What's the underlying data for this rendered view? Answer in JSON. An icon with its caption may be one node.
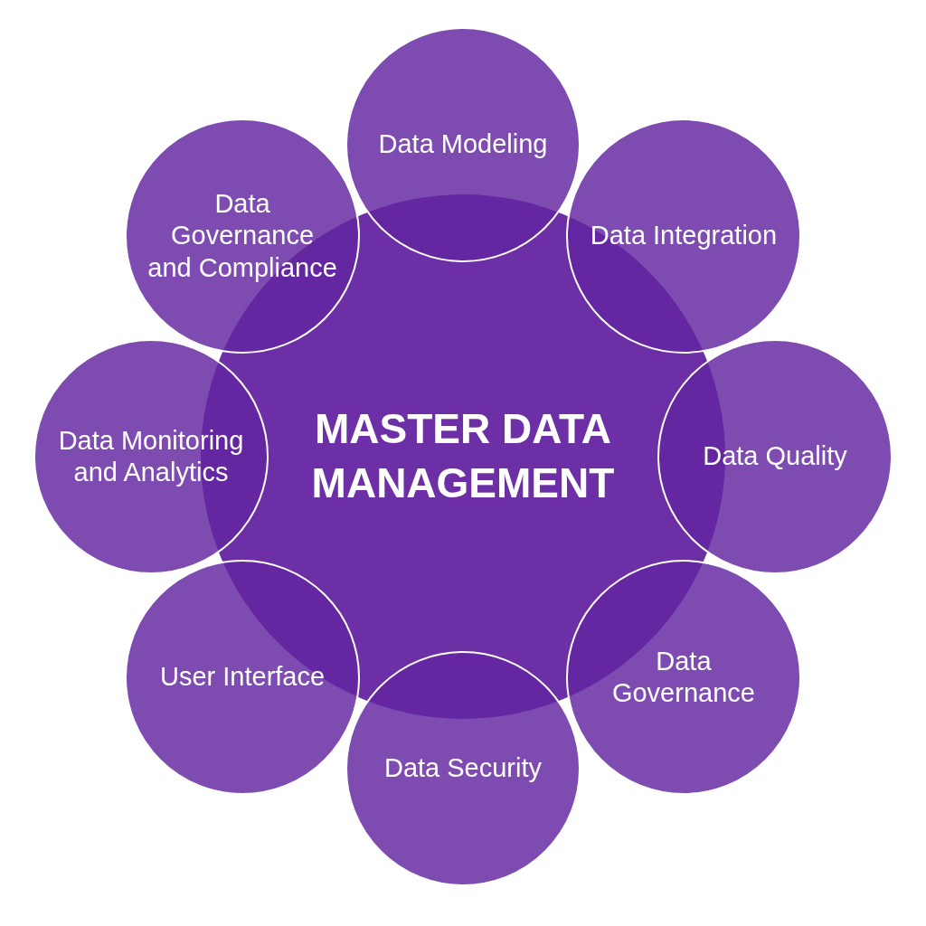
{
  "diagram": {
    "nodes": [
      {
        "text": [
          "MASTER DATA MANAGEMENT"
        ]
      },
      {
        "text": [
          "Data Modeling"
        ]
      },
      {
        "text": [
          "Data Integration"
        ]
      },
      {
        "text": [
          "Data Quality"
        ]
      },
      {
        "text": [
          "Data Governance"
        ]
      },
      {
        "text": [
          "Data Security"
        ]
      },
      {
        "text": [
          "User Interface"
        ]
      },
      {
        "text": [
          "Data Monitoring and Analytics"
        ]
      },
      {
        "text": [
          "Data Governance and Compliance"
        ]
      }
    ]
  }
}
